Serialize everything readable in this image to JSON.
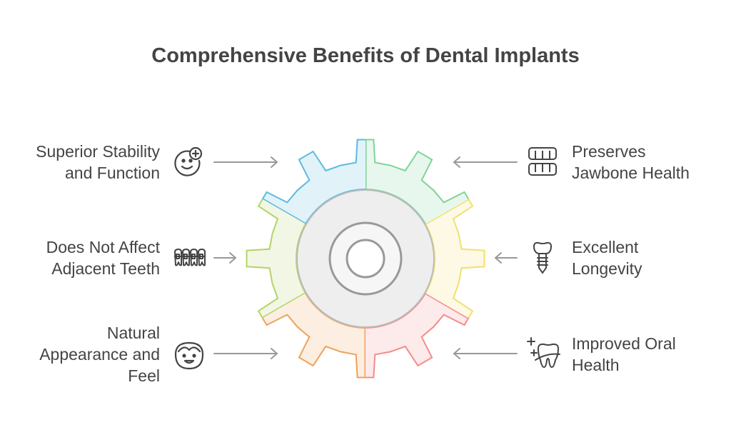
{
  "title": "Comprehensive Benefits of Dental Implants",
  "benefits": [
    {
      "line1": "Superior Stability",
      "line2": "and Function",
      "icon": "smile-plus-icon",
      "color": "#5bbbe0"
    },
    {
      "line1": "Does Not Affect",
      "line2": "Adjacent Teeth",
      "icon": "braces-icon",
      "color": "#b3d46a"
    },
    {
      "line1": "Natural",
      "line2": "Appearance and",
      "line3": "Feel",
      "icon": "face-icon",
      "color": "#f0a25a"
    },
    {
      "line1": "Preserves",
      "line2": "Jawbone Health",
      "icon": "dentures-icon",
      "color": "#7fd49a"
    },
    {
      "line1": "Excellent",
      "line2": "Longevity",
      "icon": "implant-icon",
      "color": "#f2e070"
    },
    {
      "line1": "Improved Oral",
      "line2": "Health",
      "icon": "clean-tooth-icon",
      "color": "#f58c8c"
    }
  ]
}
